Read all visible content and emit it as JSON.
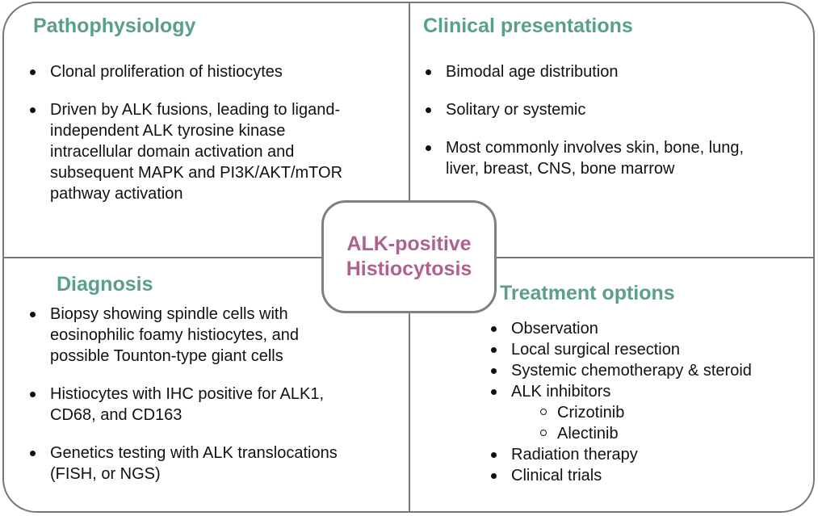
{
  "center": {
    "line1": "ALK-positive",
    "line2": "Histiocytosis"
  },
  "pathophysiology": {
    "heading": "Pathophysiology",
    "items": [
      {
        "lines": [
          "Clonal proliferation of histiocytes"
        ]
      },
      {
        "lines": [
          "Driven by ALK fusions, leading to ligand-",
          "independent ALK tyrosine kinase",
          "intracellular domain activation and",
          "subsequent MAPK and PI3K/AKT/mTOR",
          "pathway activation"
        ]
      }
    ]
  },
  "clinical": {
    "heading": "Clinical presentations",
    "items": [
      {
        "lines": [
          "Bimodal age distribution"
        ]
      },
      {
        "lines": [
          "Solitary or systemic"
        ]
      },
      {
        "lines": [
          "Most commonly involves skin, bone, lung,",
          "liver, breast, CNS, bone marrow"
        ]
      }
    ]
  },
  "diagnosis": {
    "heading": "Diagnosis",
    "items": [
      {
        "lines": [
          "Biopsy showing spindle cells with",
          "eosinophilic foamy histiocytes, and",
          "possible Tounton-type giant cells"
        ]
      },
      {
        "lines": [
          "Histiocytes with IHC positive for ALK1,",
          "CD68, and CD163"
        ]
      },
      {
        "lines": [
          "Genetics testing with ALK translocations",
          "(FISH, or NGS)"
        ]
      }
    ]
  },
  "treatment": {
    "heading": "Treatment options",
    "items": [
      "Observation",
      "Local surgical resection",
      "Systemic chemotherapy & steroid",
      "ALK inhibitors",
      "Radiation therapy",
      "Clinical trials"
    ],
    "alk_sub": [
      "Crizotinib",
      "Alectinib"
    ]
  }
}
